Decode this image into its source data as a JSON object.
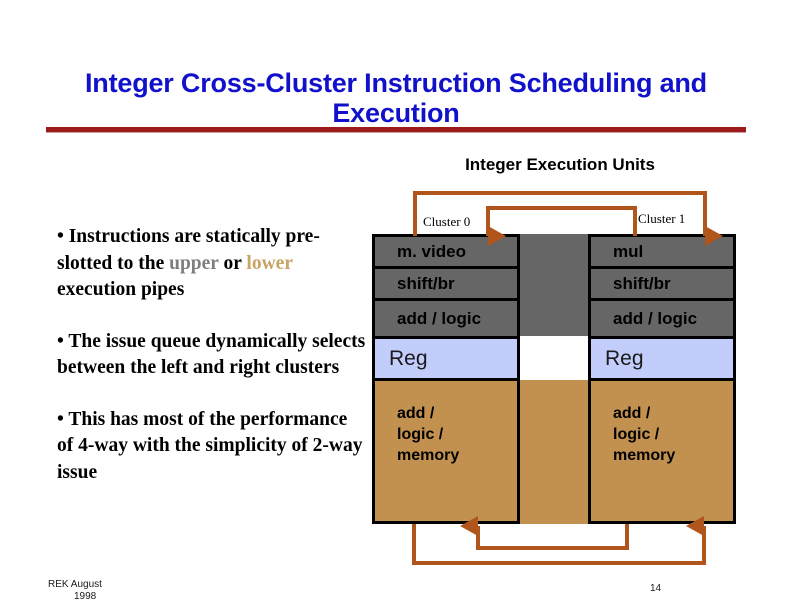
{
  "slide": {
    "title": "Integer Cross-Cluster Instruction Scheduling and Execution",
    "page_number": "14",
    "credit_line1": "REK August",
    "credit_line2": "1998"
  },
  "bullets": [
    {
      "id": "bullet-static-preslot",
      "segments": [
        {
          "text": "• Instructions are statically pre-slotted to the ",
          "style": "plain"
        },
        {
          "text": "upper",
          "style": "upper"
        },
        {
          "text": " or ",
          "style": "plain"
        },
        {
          "text": "lower",
          "style": "lower"
        },
        {
          "text": " execution pipes",
          "style": "plain"
        }
      ]
    },
    {
      "id": "bullet-issue-queue",
      "segments": [
        {
          "text": "• The issue queue dynamically selects between the left and right clusters",
          "style": "plain"
        }
      ]
    },
    {
      "id": "bullet-performance",
      "segments": [
        {
          "text": "• This has most of the performance of 4-way with the simplicity of 2-way issue",
          "style": "plain"
        }
      ]
    }
  ],
  "diagram": {
    "heading": "Integer Execution Units",
    "cluster0_tag": "Cluster 0",
    "cluster1_tag": "Cluster 1",
    "cluster0": {
      "upper_pipe": [
        "m. video",
        "shift/br",
        "add / logic"
      ],
      "reg": "Reg",
      "lower_pipe": "add /\nlogic /\nmemory"
    },
    "cluster1": {
      "upper_pipe": [
        "mul",
        "shift/br",
        "add / logic"
      ],
      "reg": "Reg",
      "lower_pipe": "add /\nlogic /\nmemory"
    }
  },
  "colors": {
    "title": "#1111CC",
    "rule": "#9E1B1B",
    "upper_pipe_fill": "#666666",
    "reg_fill": "#C3CDFB",
    "lower_pipe_fill": "#C2914F",
    "wire": "#B0551C",
    "upper_word": "#7F7F7F",
    "lower_word": "#C8A464"
  }
}
